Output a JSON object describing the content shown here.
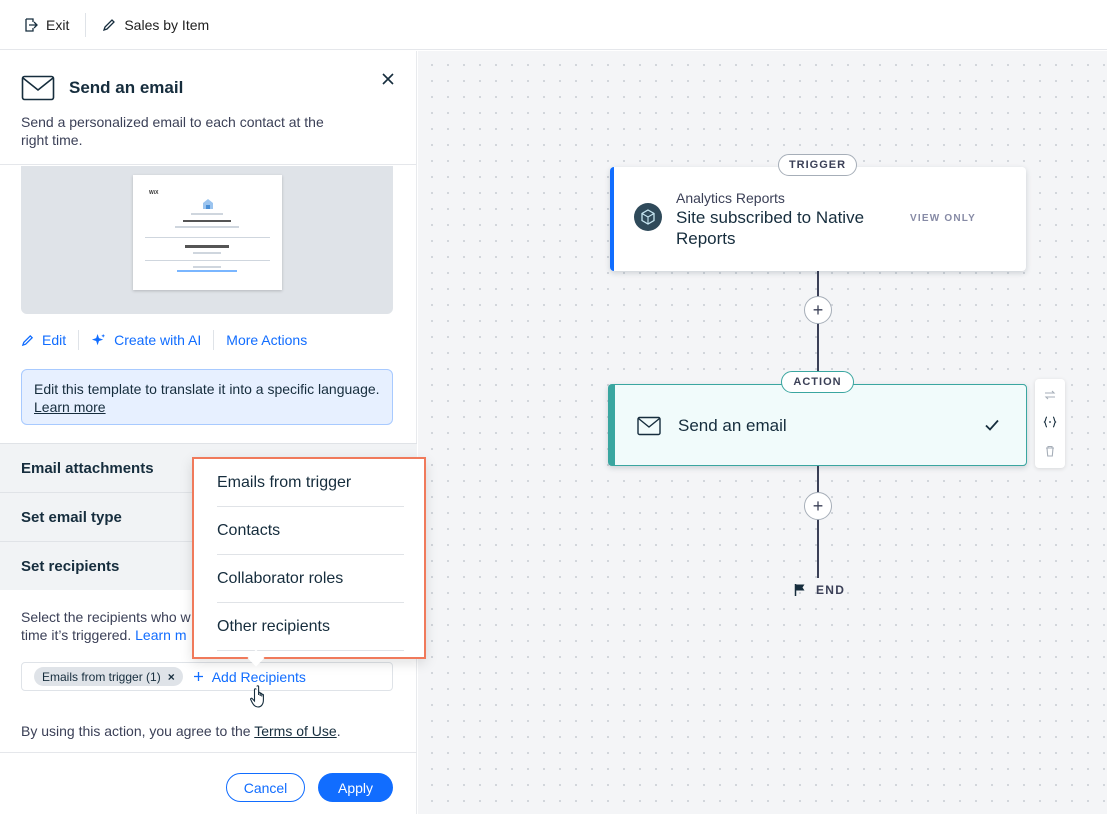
{
  "topbar": {
    "exit_label": "Exit",
    "title": "Sales by Item"
  },
  "panel": {
    "title": "Send an email",
    "description": "Send a personalized email to each contact at the right time.",
    "preview": {
      "logo_text": "WiX"
    },
    "actions": {
      "edit": "Edit",
      "create_ai": "Create with AI",
      "more_actions": "More Actions"
    },
    "info": {
      "text": "Edit this template to translate it into a specific language. ",
      "link": "Learn more"
    },
    "sections": {
      "attachments": "Email attachments",
      "email_type": "Set email type",
      "recipients": "Set recipients"
    },
    "recipients": {
      "description": "Select the recipients who w",
      "description_line2": "time it’s triggered. ",
      "link": "Learn m",
      "chip_label": "Emails from trigger (1)",
      "chip_remove": "×",
      "add_label": "Add Recipients"
    },
    "terms": {
      "prefix": "By using this action, you agree to the ",
      "link": "Terms of Use",
      "suffix": "."
    },
    "footer": {
      "cancel": "Cancel",
      "apply": "Apply"
    }
  },
  "dropdown": {
    "items": [
      "Emails from trigger",
      "Contacts",
      "Collaborator roles",
      "Other recipients"
    ]
  },
  "canvas": {
    "trigger": {
      "pill": "TRIGGER",
      "app": "Analytics Reports",
      "name": "Site subscribed to Native Reports",
      "badge": "VIEW ONLY"
    },
    "action": {
      "pill": "ACTION",
      "name": "Send an email"
    },
    "end_label": "END",
    "plus": "+"
  },
  "colors": {
    "accent": "#116dff",
    "highlight_border": "#f07a5b",
    "action_teal": "#3aa6a0",
    "trigger_blue": "#116dff"
  }
}
